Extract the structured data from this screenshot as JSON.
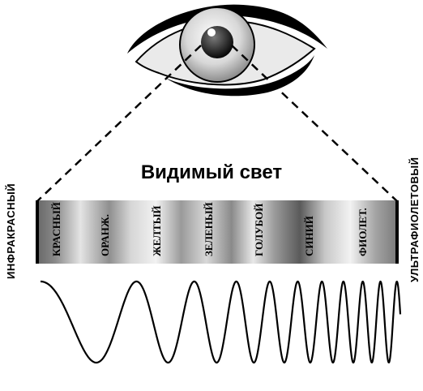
{
  "title": "Видимый свет",
  "left_label": "ИНФРАКРАСНЫЙ",
  "right_label": "УЛЬТРАФИОЛЕТОВЫЙ",
  "bands": [
    {
      "label": "КРАСНЫЙ"
    },
    {
      "label": "ОРАНЖ."
    },
    {
      "label": "ЖЕЛТЫЙ"
    },
    {
      "label": "ЗЕЛЕНЫЙ"
    },
    {
      "label": "ГОЛУБОЙ"
    },
    {
      "label": "СИНИЙ"
    },
    {
      "label": "ФИОЛЕТ."
    }
  ],
  "colors": {
    "ink": "#000000",
    "paper": "#ffffff",
    "band_light": "#eeeeee",
    "band_dark": "#6e6e6e"
  }
}
